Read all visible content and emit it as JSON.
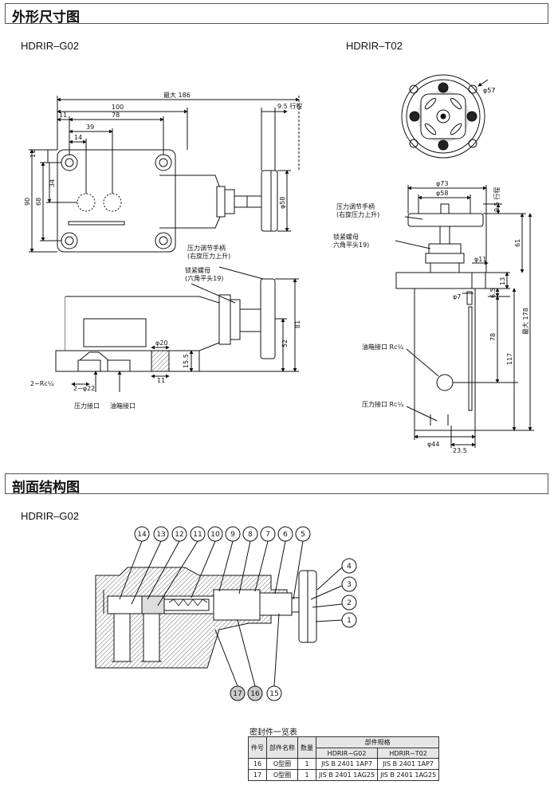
{
  "sections": {
    "outline": {
      "title": "外形尺寸图"
    },
    "section": {
      "title": "剖面结构图"
    }
  },
  "models": {
    "g02": "HDRIR–G02",
    "t02": "HDRIR–T02",
    "g02_section": "HDRIR–G02"
  },
  "dims_g02": {
    "max186": "最大 186",
    "d100": "100",
    "d78": "78",
    "d11": "11",
    "d39": "39",
    "d14": "14",
    "stroke": "9.5 行程",
    "d11v": "11",
    "d34": "34",
    "d68": "68",
    "d90": "90",
    "phi58": "φ58",
    "d81": "81",
    "d52": "52",
    "d15_5": "15.5",
    "phi20": "φ20",
    "d11b": "11",
    "rc": "2−Rc¼",
    "phi22": "2−φ22",
    "handle1": "压力调节手柄",
    "handle2": "(右旋压力上升)",
    "nut1": "锁紧螺母",
    "nut2": "(六角平头19)",
    "port_p": "压力接口",
    "port_t": "油箱接口"
  },
  "dims_t02": {
    "phi57": "φ57",
    "phi73": "φ73",
    "phi58": "φ58",
    "stroke": "9.5 行程",
    "handle1": "压力调节手柄",
    "handle2": "(右旋压力上升)",
    "nut1": "锁紧螺母",
    "nut2": "六角平头19)",
    "phi11": "φ11",
    "d13": "13",
    "phi7": "φ7",
    "d6_5": "6.5",
    "d61": "61",
    "d78": "78",
    "max178": "最大 178",
    "d117": "117",
    "tank": "油箱接口 Rc¼",
    "press": "压力接口 Rc¼",
    "phi44": "φ44",
    "d23_5": "23.5"
  },
  "balloons_top": [
    "14",
    "13",
    "12",
    "11",
    "10",
    "9",
    "8",
    "7",
    "6",
    "5"
  ],
  "balloons_right": [
    "4",
    "3",
    "2",
    "1"
  ],
  "balloons_bottom": [
    "17",
    "16",
    "15"
  ],
  "seal_table": {
    "title": "密封件一览表",
    "col_no": "件号",
    "col_name": "部件名称",
    "col_qty": "数量",
    "col_spec": "部件规格",
    "col_g02": "HDRIR−G02",
    "col_t02": "HDRIR−T02",
    "rows": [
      {
        "no": "16",
        "name": "O型圈",
        "qty": "1",
        "g02": "JIS B 2401 1AP7",
        "t02": "JIS B 2401 1AP7"
      },
      {
        "no": "17",
        "name": "O型圈",
        "qty": "1",
        "g02": "JIS B 2401 1AG25",
        "t02": "JIS B 2401 1AG25"
      }
    ]
  }
}
